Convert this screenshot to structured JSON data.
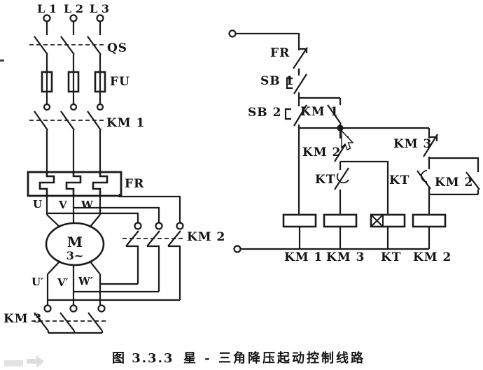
{
  "power": {
    "l1": "L 1",
    "l2": "L 2",
    "l3": "L 3",
    "qs": "QS",
    "fu": "FU",
    "km1": "KM 1",
    "fr": "FR",
    "u": "U",
    "v": "V",
    "w": "W",
    "motor": "M",
    "motor_phases": "3~",
    "u2": "U′",
    "v2": "V′",
    "w2": "W′",
    "km2": "KM 2",
    "km3": "KM 3"
  },
  "control": {
    "fr": "FR",
    "sb1": "SB 1",
    "sb2": "SB 2",
    "km1": "KM 1",
    "km2_nc": "KM 2",
    "kt_nc": "KT",
    "km3_nc": "KM 3",
    "kt_no": "KT",
    "km2_no": "KM 2",
    "coil_km1": "KM 1",
    "coil_km3": "KM 3",
    "coil_kt": "KT",
    "coil_km2": "KM 2"
  },
  "caption": {
    "fig_no": "图 3.3.3",
    "title": "星 - 三角降压起动控制线路"
  },
  "colors": {
    "line": "#1a1a1a",
    "paper": "#ffffff"
  }
}
